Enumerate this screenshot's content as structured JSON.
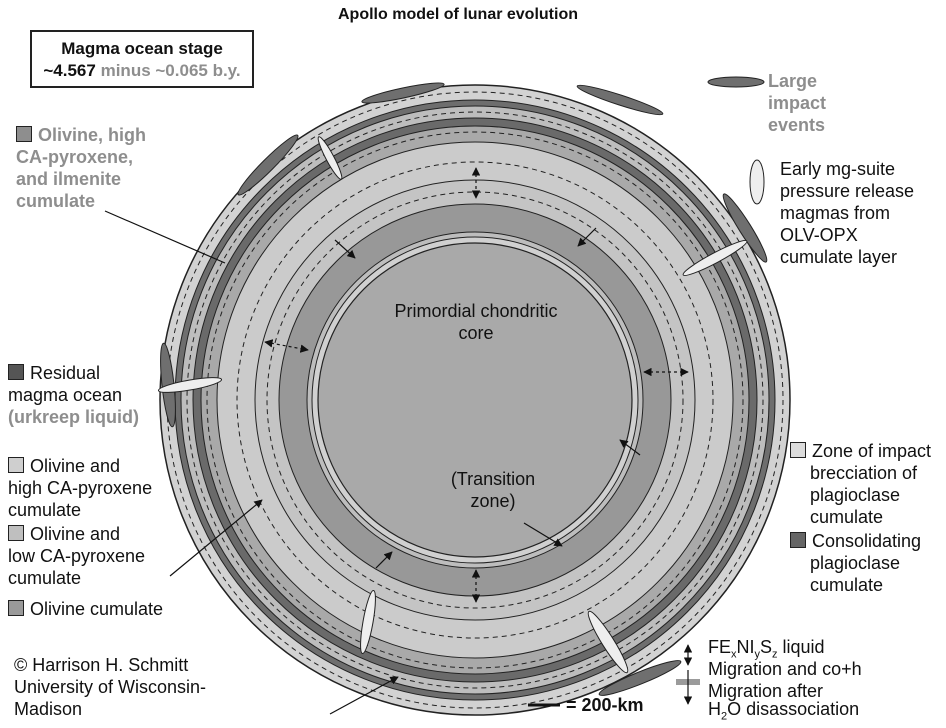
{
  "title": "Apollo model of lunar evolution",
  "stage": {
    "line1": "Magma ocean stage",
    "age_start": "~4.567",
    "age_rest": "minus ~0.065 b.y."
  },
  "labels": {
    "impact": [
      "Large",
      "impact",
      "events"
    ],
    "early_mg": [
      "Early mg-suite",
      "pressure release",
      "magmas from",
      "OLV-OPX",
      "cumulate layer"
    ],
    "olivine_high_ilmenite": [
      "Olivine, high",
      "CA-pyroxene,",
      "and ilmenite",
      "cumulate"
    ],
    "core": [
      "Primordial chondritic",
      "core"
    ],
    "transition": [
      "(Transition",
      "zone)"
    ],
    "residual": [
      "Residual",
      "magma ocean",
      "(urkreep liquid)"
    ],
    "olivine_high_cpx": [
      "Olivine and",
      "high CA-pyroxene",
      "cumulate"
    ],
    "olivine_low_cpx": [
      "Olivine and",
      "low CA-pyroxene",
      "cumulate"
    ],
    "olivine_cumulate": "Olivine cumulate",
    "impact_breccia": [
      "Zone of impact",
      "brecciation of",
      "plagioclase",
      "cumulate"
    ],
    "consolidating": [
      "Consolidating",
      "plagioclase",
      "cumulate"
    ],
    "fe_liquid": {
      "fe": "FE",
      "x": "x",
      "ni": "NI",
      "y": "y",
      "s": "S",
      "z": "z",
      "rest": " liquid"
    },
    "migration_coh": "Migration and co+h",
    "migration_after": "Migration after",
    "h2o": {
      "h": "H",
      "sub": "2",
      "rest": "O disassociation"
    },
    "scale": "= 200-km",
    "copyright": [
      "© Harrison H. Schmitt",
      "University of Wisconsin-",
      "Madison"
    ]
  },
  "colors": {
    "outer_rim": "#d2d2d2",
    "dark_plagioclase": "#6a6a6a",
    "light_zone": "#c8c8c8",
    "mid_gray": "#a6a6a6",
    "core": "#a8a8a8",
    "residual_swatch": "#555555",
    "olivine_swatch": "#9a9a9a",
    "light_swatch": "#cfcfcf"
  }
}
